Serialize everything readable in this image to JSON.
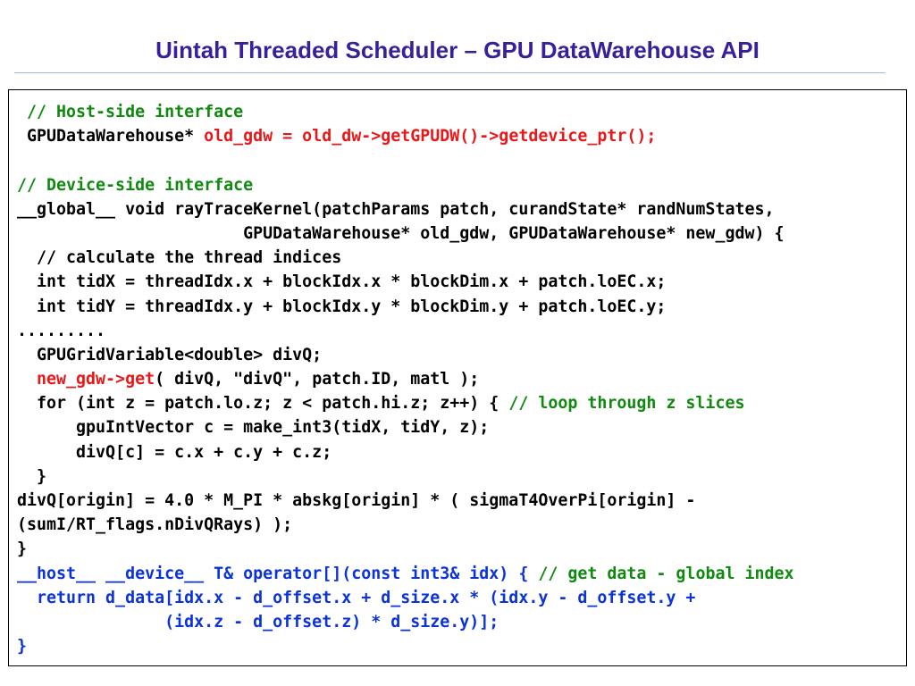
{
  "slide": {
    "title": "Uintah Threaded Scheduler – GPU DataWarehouse API"
  },
  "colors": {
    "title": "#3a1f9a",
    "comment": "#0f8a0f",
    "highlight": "#e8181a",
    "keyword_blue": "#0b33d8",
    "rule": "#9fb9e0"
  },
  "code": {
    "lines": [
      [
        {
          "text": " // Host-side interface",
          "color": "green"
        }
      ],
      [
        {
          "text": " GPUDataWarehouse* ",
          "color": "black"
        },
        {
          "text": "old_gdw = old_dw->getGPUDW()->getdevice_ptr();",
          "color": "red"
        }
      ],
      [
        {
          "text": "",
          "color": "black"
        }
      ],
      [
        {
          "text": "// Device-side interface",
          "color": "green"
        }
      ],
      [
        {
          "text": "__global__ void rayTraceKernel(patchParams patch, curandState* randNumStates,",
          "color": "black"
        }
      ],
      [
        {
          "text": "                       GPUDataWarehouse* old_gdw, GPUDataWarehouse* new_gdw) {",
          "color": "black"
        }
      ],
      [
        {
          "text": "  // calculate the thread indices",
          "color": "black"
        }
      ],
      [
        {
          "text": "  int tidX = threadIdx.x + blockIdx.x * blockDim.x + patch.loEC.x;",
          "color": "black"
        }
      ],
      [
        {
          "text": "  int tidY = threadIdx.y + blockIdx.y * blockDim.y + patch.loEC.y;",
          "color": "black"
        }
      ],
      [
        {
          "text": ".........",
          "color": "black"
        }
      ],
      [
        {
          "text": "  GPUGridVariable<double> divQ;",
          "color": "black"
        }
      ],
      [
        {
          "text": "  new_gdw->get",
          "color": "red"
        },
        {
          "text": "( divQ, \"divQ\", patch.ID, matl );",
          "color": "black"
        }
      ],
      [
        {
          "text": "  for (int z = patch.lo.z; z < patch.hi.z; z++) { ",
          "color": "black"
        },
        {
          "text": "// loop through z slices",
          "color": "green"
        }
      ],
      [
        {
          "text": "      gpuIntVector c = make_int3(tidX, tidY, z);",
          "color": "black"
        }
      ],
      [
        {
          "text": "      divQ[c] = c.x + c.y + c.z;",
          "color": "black"
        }
      ],
      [
        {
          "text": "  }",
          "color": "black"
        }
      ],
      [
        {
          "text": "divQ[origin] = 4.0 * M_PI * abskg[origin] * ( sigmaT4OverPi[origin] -",
          "color": "black"
        }
      ],
      [
        {
          "text": "(sumI/RT_flags.nDivQRays) );",
          "color": "black"
        }
      ],
      [
        {
          "text": "}",
          "color": "black"
        }
      ],
      [
        {
          "text": "__host__ __device__ T& operator[](const int3& idx) { ",
          "color": "blue"
        },
        {
          "text": "// get data - global index",
          "color": "green"
        }
      ],
      [
        {
          "text": "  return d_data[idx.x - d_offset.x + d_size.x * (idx.y - d_offset.y +",
          "color": "blue"
        }
      ],
      [
        {
          "text": "               (idx.z - d_offset.z) * d_size.y)];",
          "color": "blue"
        }
      ],
      [
        {
          "text": "}",
          "color": "blue"
        }
      ]
    ]
  }
}
